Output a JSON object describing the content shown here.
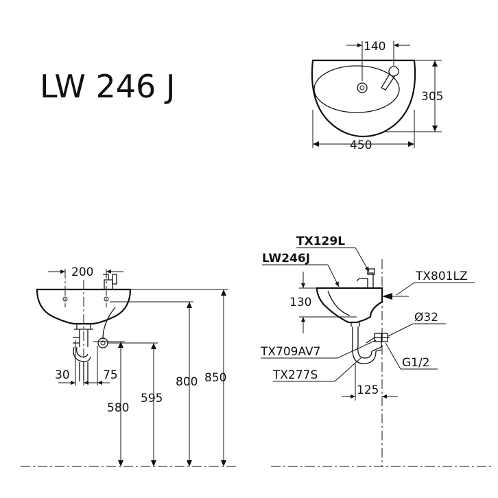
{
  "model_title": "LW 246 J",
  "top_view": {
    "dim_faucet_offset": "140",
    "dim_depth": "305",
    "dim_width": "450"
  },
  "front_view": {
    "dim_tap_spacing": "200",
    "dim_trap_left": "30",
    "dim_trap_right": "75",
    "dim_height_800": "800",
    "dim_height_850": "850",
    "dim_height_580": "580",
    "dim_height_595": "595"
  },
  "side_view": {
    "label_faucet": "TX129L",
    "label_basin": "LW246J",
    "label_bracket": "TX801LZ",
    "dim_bowl_depth": "130",
    "dim_pipe_diameter": "Ø32",
    "label_angle_valve": "TX709AV7",
    "label_trap": "TX277S",
    "label_thread": "G1/2",
    "dim_wall_offset": "125"
  }
}
